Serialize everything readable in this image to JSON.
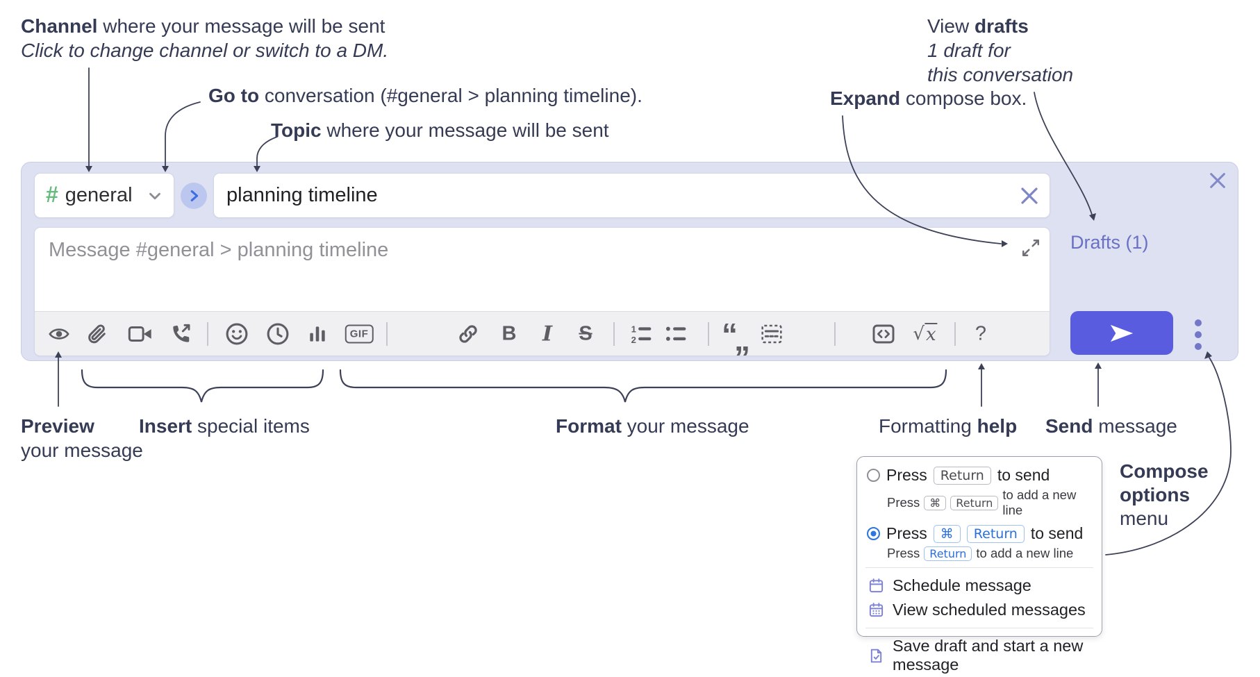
{
  "annotations": {
    "channel_bold": "Channel",
    "channel_rest": " where your message will be sent",
    "channel_line2": "Click to change channel or switch to a DM.",
    "goto_bold": "Go to",
    "goto_rest": " conversation (#general > planning timeline).",
    "topic_bold": "Topic",
    "topic_rest": " where your message will be sent",
    "drafts_pre": "View ",
    "drafts_bold": "drafts",
    "drafts_line2": "1 draft for",
    "drafts_line3": "this conversation",
    "expand_bold": "Expand",
    "expand_rest": " compose box.",
    "preview_bold": "Preview",
    "preview_line2": "your message",
    "insert_bold": "Insert",
    "insert_rest": " special items",
    "format_bold": "Format",
    "format_rest": " your message",
    "help_pre": "Formatting ",
    "help_bold": "help",
    "send_bold": "Send",
    "send_rest": " message",
    "options_line1": "Compose",
    "options_line2": "options",
    "options_line3": "menu"
  },
  "compose": {
    "channel": {
      "hash": "#",
      "name": "general"
    },
    "topic_value": "planning timeline",
    "message_placeholder": "Message #general > planning timeline",
    "drafts_link": "Drafts (1)",
    "toolbar": {
      "bold_label": "B",
      "italic_label": "I",
      "strike_label": "S",
      "gif_label": "GIF",
      "math_root": "√",
      "math_x": "x",
      "help_label": "?",
      "icons": [
        "preview",
        "attach-file",
        "add-video-call",
        "add-voice-call",
        "emoji",
        "add-global-time",
        "add-poll",
        "gif",
        "link",
        "bold",
        "italic",
        "strikethrough",
        "numbered-list",
        "bulleted-list",
        "quote",
        "spoiler",
        "code",
        "math",
        "help"
      ]
    }
  },
  "menu": {
    "option_enter": {
      "press": "Press",
      "key": "Return",
      "suffix": "to send",
      "sub_press": "Press",
      "sub_key1": "⌘",
      "sub_key2": "Return",
      "sub_suffix": "to add a new line"
    },
    "option_cmd_enter": {
      "press": "Press",
      "key1": "⌘",
      "key2": "Return",
      "suffix": "to send",
      "sub_press": "Press",
      "sub_key": "Return",
      "sub_suffix": "to add a new line"
    },
    "items": {
      "schedule": "Schedule message",
      "view_scheduled": "View scheduled messages",
      "save_draft": "Save draft and start a new message"
    }
  },
  "colors": {
    "compose_bg": "#dde1f1",
    "accent_send": "#5a5ce0",
    "link_purple": "#6a71c4",
    "channel_green": "#66bb7f",
    "goto_blue": "#3b6ee2",
    "radio_blue": "#2e77dd",
    "key_blue": "#2a6fdb",
    "menu_icon_purple": "#7d82d8",
    "annotation_ink": "#3c4157"
  }
}
